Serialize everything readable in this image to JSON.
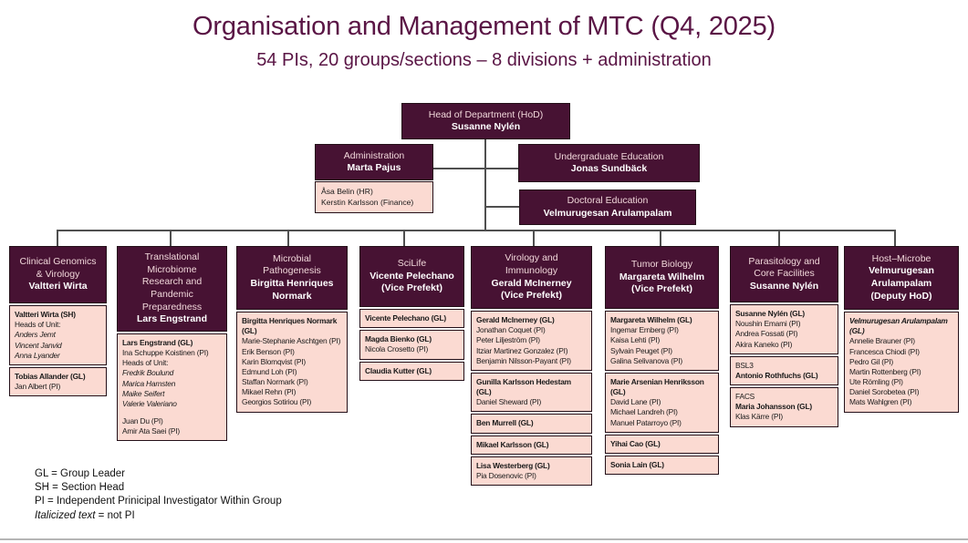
{
  "title": "Organisation and Management of MTC (Q4, 2025)",
  "subtitle": "54 PIs, 20 groups/sections – 8 divisions + administration",
  "colors": {
    "box_dark": "#471233",
    "box_pink": "#fbdad2",
    "title_text": "#5a1545",
    "connector": "#4f4f4f"
  },
  "top": {
    "hod": {
      "label": "Head of Department (HoD)",
      "name": "Susanne Nylén"
    },
    "admin": {
      "label": "Administration",
      "name": "Marta Pajus",
      "staff": [
        "Åsa Belin (HR)",
        "Kerstin Karlsson (Finance)"
      ]
    },
    "undergrad": {
      "label": "Undergraduate Education",
      "name": "Jonas Sundbäck"
    },
    "doctoral": {
      "label": "Doctoral Education",
      "name": "Velmurugesan Arulampalam"
    }
  },
  "divisions": [
    {
      "title_lines": [
        "Clinical Genomics",
        "& Virology"
      ],
      "head": "Valtteri Wirta",
      "suffix": "",
      "groups": [
        {
          "members": [
            {
              "t": "Valtteri Wirta (SH)",
              "s": "b"
            },
            {
              "t": "Heads of Unit:",
              "s": "n"
            },
            {
              "t": "Anders Jemt",
              "s": "i"
            },
            {
              "t": "Vincent Janvid",
              "s": "i"
            },
            {
              "t": "Anna Lyander",
              "s": "i"
            }
          ]
        },
        {
          "members": [
            {
              "t": "Tobias Allander (GL)",
              "s": "b"
            },
            {
              "t": "Jan Albert (PI)",
              "s": "n"
            }
          ]
        }
      ]
    },
    {
      "title_lines": [
        "Translational",
        "Microbiome",
        "Research and",
        "Pandemic",
        "Preparedness"
      ],
      "head": "Lars Engstrand",
      "suffix": "",
      "groups": [
        {
          "members": [
            {
              "t": "Lars Engstrand (GL)",
              "s": "b"
            },
            {
              "t": "Ina Schuppe Koistinen (PI)",
              "s": "n"
            },
            {
              "t": "Heads of Unit:",
              "s": "n"
            },
            {
              "t": "Fredrik Boulund",
              "s": "i"
            },
            {
              "t": "Marica Hamsten",
              "s": "i"
            },
            {
              "t": "Maike Seifert",
              "s": "i"
            },
            {
              "t": "Valerie Valeriano",
              "s": "i"
            },
            {
              "t": "",
              "s": "gap"
            },
            {
              "t": "Juan Du (PI)",
              "s": "n"
            },
            {
              "t": "Amir Ata Saei (PI)",
              "s": "n"
            }
          ]
        }
      ]
    },
    {
      "title_lines": [
        "Microbial",
        "Pathogenesis"
      ],
      "head": "Birgitta Henriques Normark",
      "suffix": "",
      "groups": [
        {
          "members": [
            {
              "t": "Birgitta Henriques Normark (GL)",
              "s": "b"
            },
            {
              "t": "Marie-Stephanie Aschtgen (PI)",
              "s": "n"
            },
            {
              "t": "Erik Benson (PI)",
              "s": "n"
            },
            {
              "t": "Karin Blomqvist (PI)",
              "s": "n"
            },
            {
              "t": "Edmund Loh (PI)",
              "s": "n"
            },
            {
              "t": "Staffan Normark (PI)",
              "s": "n"
            },
            {
              "t": "Mikael Rehn (PI)",
              "s": "n"
            },
            {
              "t": "Georgios Sotiriou (PI)",
              "s": "n"
            }
          ]
        }
      ]
    },
    {
      "title_lines": [
        "SciLife"
      ],
      "head": "Vicente Pelechano",
      "suffix": "(Vice Prefekt)",
      "groups": [
        {
          "members": [
            {
              "t": "Vicente Pelechano (GL)",
              "s": "b"
            }
          ]
        },
        {
          "members": [
            {
              "t": "Magda Bienko (GL)",
              "s": "b"
            },
            {
              "t": "Nicola Crosetto (PI)",
              "s": "n"
            }
          ]
        },
        {
          "members": [
            {
              "t": "Claudia Kutter (GL)",
              "s": "b"
            }
          ]
        }
      ]
    },
    {
      "title_lines": [
        "Virology and",
        "Immunology"
      ],
      "head": "Gerald McInerney",
      "suffix": "(Vice Prefekt)",
      "groups": [
        {
          "members": [
            {
              "t": "Gerald McInerney (GL)",
              "s": "b"
            },
            {
              "t": "Jonathan Coquet (PI)",
              "s": "n"
            },
            {
              "t": "Peter Liljeström (PI)",
              "s": "n"
            },
            {
              "t": "Itziar Martinez Gonzalez (PI)",
              "s": "n"
            },
            {
              "t": "Benjamin Nilsson-Payant (PI)",
              "s": "n"
            }
          ]
        },
        {
          "members": [
            {
              "t": "Gunilla Karlsson Hedestam (GL)",
              "s": "b"
            },
            {
              "t": "Daniel Sheward (PI)",
              "s": "n"
            }
          ]
        },
        {
          "members": [
            {
              "t": "Ben Murrell (GL)",
              "s": "b"
            }
          ]
        },
        {
          "members": [
            {
              "t": "Mikael Karlsson (GL)",
              "s": "b"
            }
          ]
        },
        {
          "members": [
            {
              "t": "Lisa Westerberg (GL)",
              "s": "b"
            },
            {
              "t": "Pia Dosenovic (PI)",
              "s": "n"
            }
          ]
        }
      ]
    },
    {
      "title_lines": [
        "Tumor Biology"
      ],
      "head": "Margareta Wilhelm",
      "suffix": "(Vice Prefekt)",
      "groups": [
        {
          "members": [
            {
              "t": "Margareta Wilhelm (GL)",
              "s": "b"
            },
            {
              "t": "Ingemar Ernberg (PI)",
              "s": "n"
            },
            {
              "t": "Kaisa Lehti (PI)",
              "s": "n"
            },
            {
              "t": "Sylvain Peuget (PI)",
              "s": "n"
            },
            {
              "t": "Galina Selivanova (PI)",
              "s": "n"
            }
          ]
        },
        {
          "members": [
            {
              "t": "Marie Arsenian Henriksson (GL)",
              "s": "b"
            },
            {
              "t": "David Lane (PI)",
              "s": "n"
            },
            {
              "t": "Michael Landreh (PI)",
              "s": "n"
            },
            {
              "t": "Manuel Patarroyo (PI)",
              "s": "n"
            }
          ]
        },
        {
          "members": [
            {
              "t": "Yihai Cao (GL)",
              "s": "b"
            }
          ]
        },
        {
          "members": [
            {
              "t": "Sonia Lain (GL)",
              "s": "b"
            }
          ]
        }
      ]
    },
    {
      "title_lines": [
        "Parasitology and",
        "Core Facilities"
      ],
      "head": "Susanne Nylén",
      "suffix": "",
      "groups": [
        {
          "members": [
            {
              "t": "Susanne Nylén (GL)",
              "s": "b"
            },
            {
              "t": "Noushin Emami (PI)",
              "s": "n"
            },
            {
              "t": "Andrea Fossati (PI)",
              "s": "n"
            },
            {
              "t": "Akira Kaneko (PI)",
              "s": "n"
            }
          ]
        },
        {
          "members": [
            {
              "t": "BSL3",
              "s": "n"
            },
            {
              "t": "Antonio Rothfuchs (GL)",
              "s": "b"
            }
          ]
        },
        {
          "members": [
            {
              "t": "FACS",
              "s": "n"
            },
            {
              "t": "Maria Johansson (GL)",
              "s": "b"
            },
            {
              "t": "Klas Kärre (PI)",
              "s": "n"
            }
          ]
        }
      ]
    },
    {
      "title_lines": [
        "Host–Microbe"
      ],
      "head": "Velmurugesan Arulampalam",
      "suffix": "(Deputy HoD)",
      "groups": [
        {
          "members": [
            {
              "t": "Velmurugesan Arulampalam (GL)",
              "s": "bi"
            },
            {
              "t": "Annelie Brauner (PI)",
              "s": "n"
            },
            {
              "t": "Francesca Chiodi (PI)",
              "s": "n"
            },
            {
              "t": "Pedro Gil (PI)",
              "s": "n"
            },
            {
              "t": "Martin Rottenberg (PI)",
              "s": "n"
            },
            {
              "t": "Ute Römling (PI)",
              "s": "n"
            },
            {
              "t": "Daniel Sorobetea (PI)",
              "s": "n"
            },
            {
              "t": "Mats Wahlgren (PI)",
              "s": "n"
            }
          ]
        }
      ]
    }
  ],
  "legend": {
    "lines": [
      "GL = Group Leader",
      "SH = Section Head",
      "PI = Independent Prinicipal Investigator Within Group"
    ],
    "italic_term": "Italicized text",
    "italic_rest": " = not PI"
  }
}
